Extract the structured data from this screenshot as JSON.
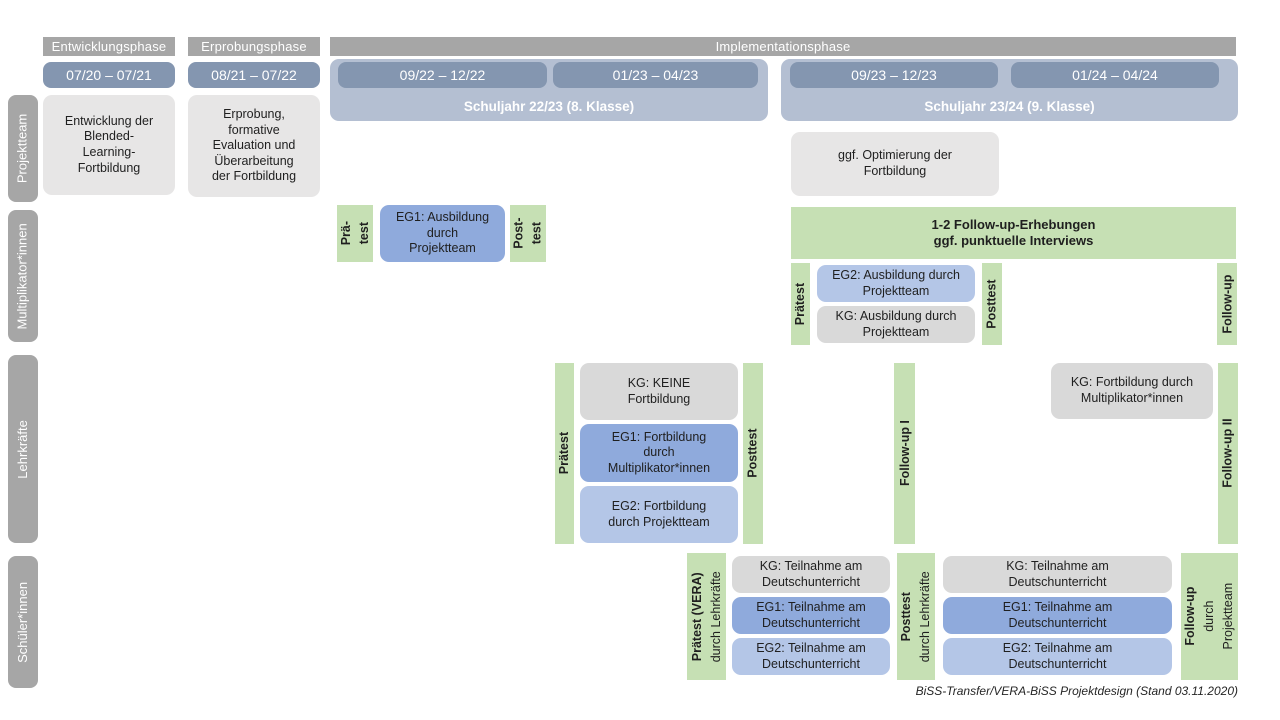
{
  "footer": "BiSS-Transfer/VERA-BiSS Projektdesign (Stand 03.11.2020)",
  "colors": {
    "phase_header_gray": "#a6a6a6",
    "date_bar_blue": "#8496b0",
    "schuljahr_container_blue": "#b4bfd2",
    "projektteam_box_gray": "#e7e6e6",
    "kg_box_gray": "#d9d9d9",
    "eg1_box_blue": "#8faadc",
    "eg2_box_blue": "#b4c6e7",
    "measurement_green": "#c6e0b4"
  },
  "phases": {
    "entwicklung": "Entwicklungsphase",
    "erprobung": "Erprobungsphase",
    "implementation": "Implementationsphase"
  },
  "timeline": {
    "period1": "07/20 – 07/21",
    "period2": "08/21 – 07/22",
    "schuljahr1": {
      "period_a": "09/22 – 12/22",
      "period_b": "01/23 – 04/23",
      "label": "Schuljahr 22/23 (8. Klasse)"
    },
    "schuljahr2": {
      "period_a": "09/23 – 12/23",
      "period_b": "01/24 – 04/24",
      "label": "Schuljahr 23/24 (9. Klasse)"
    }
  },
  "row_labels": {
    "row1": "Projektteam",
    "row2": "Multiplikator*innen",
    "row3": "Lehrkräfte",
    "row4": "Schüler*innen"
  },
  "projektteam": {
    "entwicklung_box": "Entwicklung der\nBlended-\nLearning-\nFortbildung",
    "erprobung_box": "Erprobung,\nformative\nEvaluation und\nÜberarbeitung\nder Fortbildung",
    "optimierung_box": "ggf. Optimierung der\nFortbildung"
  },
  "multiplikatoren": {
    "praetest1": "Prä-\ntest",
    "eg1": "EG1: Ausbildung\ndurch\nProjektteam",
    "posttest1": "Post-\ntest",
    "followup_box": "1-2 Follow-up-Erhebungen\nggf. punktuelle Interviews",
    "praetest2": "Prätest",
    "eg2": "EG2: Ausbildung durch\nProjektteam",
    "kg": "KG: Ausbildung durch\nProjektteam",
    "posttest2": "Posttest",
    "followup": "Follow-up"
  },
  "lehrkraefte": {
    "praetest": "Prätest",
    "kg1": "KG: KEINE\nFortbildung",
    "eg1": "EG1: Fortbildung\ndurch\nMultiplikator*innen",
    "eg2": "EG2: Fortbildung\ndurch Projektteam",
    "posttest": "Posttest",
    "followup1": "Follow-up I",
    "kg2": "KG: Fortbildung durch\nMultiplikator*innen",
    "followup2": "Follow-up II"
  },
  "schueler": {
    "praetest_main": "Prätest (VERA)",
    "praetest_sub": "durch Lehrkräfte",
    "kg_a": "KG: Teilnahme am\nDeutschunterricht",
    "eg1_a": "EG1: Teilnahme am\nDeutschunterricht",
    "eg2_a": "EG2: Teilnahme am\nDeutschunterricht",
    "posttest_main": "Posttest",
    "posttest_sub": "durch Lehrkräfte",
    "kg_b": "KG: Teilnahme am\nDeutschunterricht",
    "eg1_b": "EG1: Teilnahme am\nDeutschunterricht",
    "eg2_b": "EG2: Teilnahme am\nDeutschunterricht",
    "followup_main": "Follow-up",
    "followup_sub1": "durch",
    "followup_sub2": "Projektteam"
  }
}
